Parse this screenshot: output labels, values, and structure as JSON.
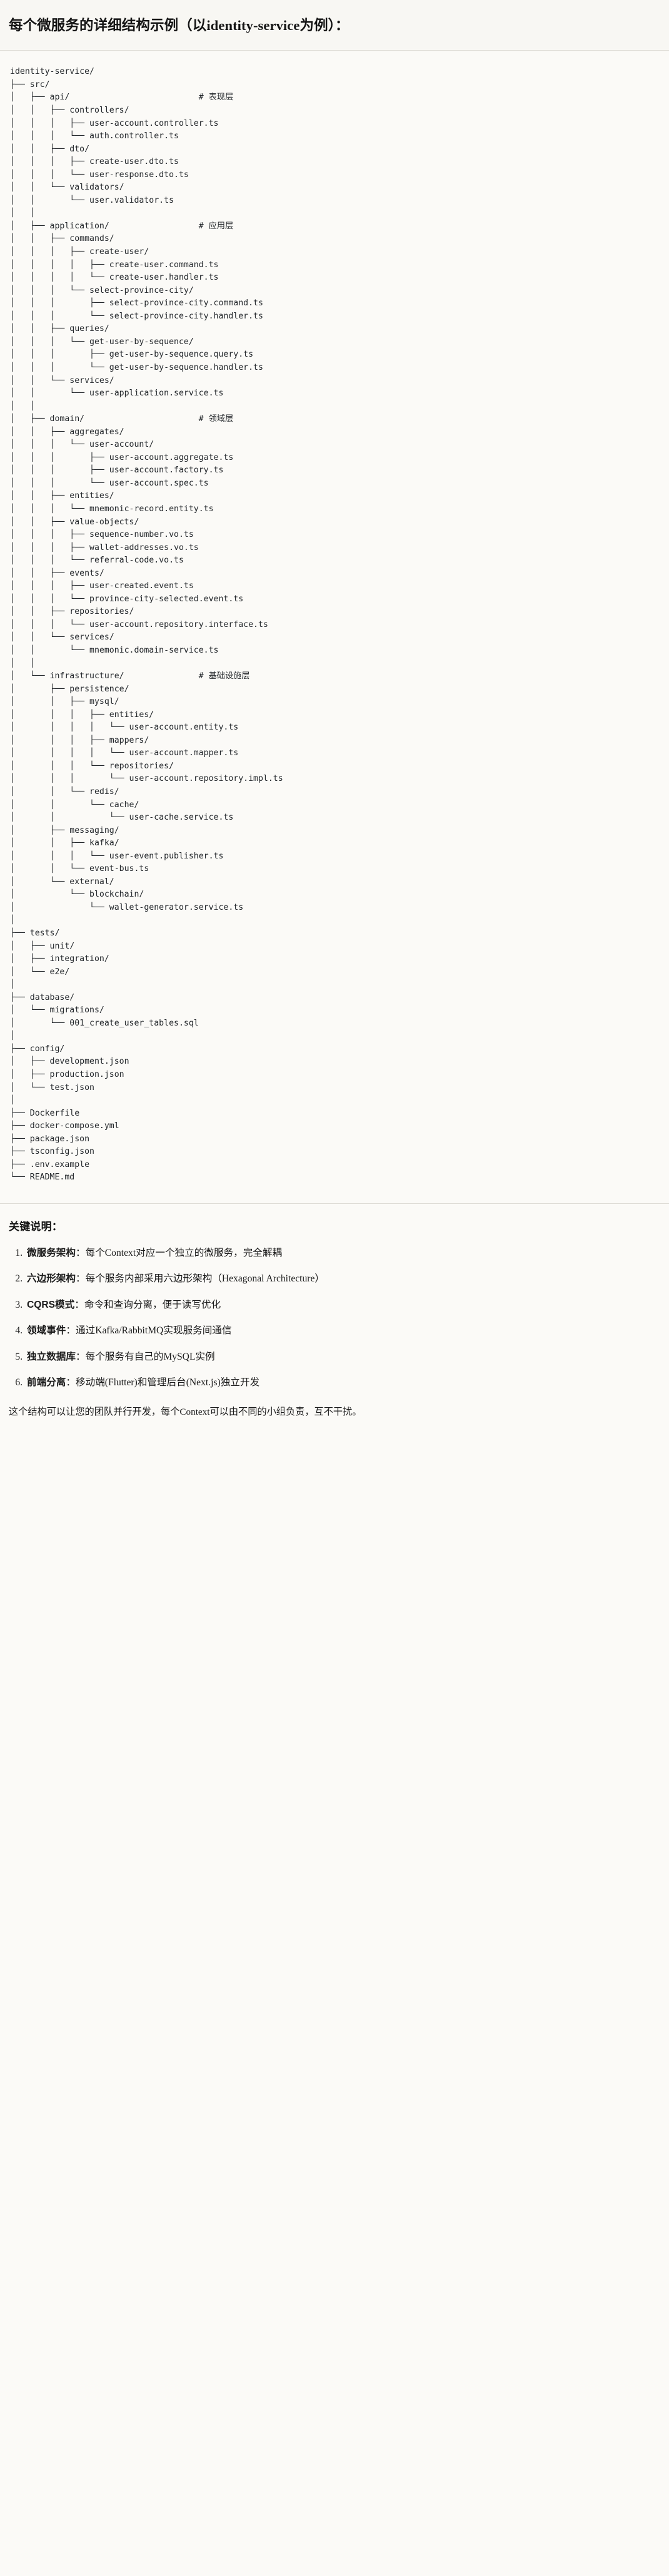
{
  "header": {
    "title_prefix": "每个微服务的详细结构示例（以",
    "title_mono": "identity-service",
    "title_suffix": "为例）：",
    "title_full": "每个微服务的详细结构示例（以identity-service为例）："
  },
  "tree": {
    "root": "identity-service/",
    "language": "text",
    "lines": [
      "identity-service/",
      "├── src/",
      "│   ├── api/                          # 表现层",
      "│   │   ├── controllers/",
      "│   │   │   ├── user-account.controller.ts",
      "│   │   │   └── auth.controller.ts",
      "│   │   ├── dto/",
      "│   │   │   ├── create-user.dto.ts",
      "│   │   │   └── user-response.dto.ts",
      "│   │   └── validators/",
      "│   │       └── user.validator.ts",
      "│   │",
      "│   ├── application/                  # 应用层",
      "│   │   ├── commands/",
      "│   │   │   ├── create-user/",
      "│   │   │   │   ├── create-user.command.ts",
      "│   │   │   │   └── create-user.handler.ts",
      "│   │   │   └── select-province-city/",
      "│   │   │       ├── select-province-city.command.ts",
      "│   │   │       └── select-province-city.handler.ts",
      "│   │   ├── queries/",
      "│   │   │   └── get-user-by-sequence/",
      "│   │   │       ├── get-user-by-sequence.query.ts",
      "│   │   │       └── get-user-by-sequence.handler.ts",
      "│   │   └── services/",
      "│   │       └── user-application.service.ts",
      "│   │",
      "│   ├── domain/                       # 领域层",
      "│   │   ├── aggregates/",
      "│   │   │   └── user-account/",
      "│   │   │       ├── user-account.aggregate.ts",
      "│   │   │       ├── user-account.factory.ts",
      "│   │   │       └── user-account.spec.ts",
      "│   │   ├── entities/",
      "│   │   │   └── mnemonic-record.entity.ts",
      "│   │   ├── value-objects/",
      "│   │   │   ├── sequence-number.vo.ts",
      "│   │   │   ├── wallet-addresses.vo.ts",
      "│   │   │   └── referral-code.vo.ts",
      "│   │   ├── events/",
      "│   │   │   ├── user-created.event.ts",
      "│   │   │   └── province-city-selected.event.ts",
      "│   │   ├── repositories/",
      "│   │   │   └── user-account.repository.interface.ts",
      "│   │   └── services/",
      "│   │       └── mnemonic.domain-service.ts",
      "│   │",
      "│   └── infrastructure/               # 基础设施层",
      "│       ├── persistence/",
      "│       │   ├── mysql/",
      "│       │   │   ├── entities/",
      "│       │   │   │   └── user-account.entity.ts",
      "│       │   │   ├── mappers/",
      "│       │   │   │   └── user-account.mapper.ts",
      "│       │   │   └── repositories/",
      "│       │   │       └── user-account.repository.impl.ts",
      "│       │   └── redis/",
      "│       │       └── cache/",
      "│       │           └── user-cache.service.ts",
      "│       ├── messaging/",
      "│       │   ├── kafka/",
      "│       │   │   └── user-event.publisher.ts",
      "│       │   └── event-bus.ts",
      "│       └── external/",
      "│           └── blockchain/",
      "│               └── wallet-generator.service.ts",
      "│",
      "├── tests/",
      "│   ├── unit/",
      "│   ├── integration/",
      "│   └── e2e/",
      "│",
      "├── database/",
      "│   └── migrations/",
      "│       └── 001_create_user_tables.sql",
      "│",
      "├── config/",
      "│   ├── development.json",
      "│   ├── production.json",
      "│   └── test.json",
      "│",
      "├── Dockerfile",
      "├── docker-compose.yml",
      "├── package.json",
      "├── tsconfig.json",
      "├── .env.example",
      "└── README.md"
    ],
    "layer_comments": [
      {
        "path": "api/",
        "comment": "# 表现层"
      },
      {
        "path": "application/",
        "comment": "# 应用层"
      },
      {
        "path": "domain/",
        "comment": "# 领域层"
      },
      {
        "path": "infrastructure/",
        "comment": "# 基础设施层"
      }
    ]
  },
  "notes": {
    "title": "关键说明：",
    "items": [
      {
        "term": "微服务架构",
        "sep": "：",
        "desc": "每个Context对应一个独立的微服务，完全解耦"
      },
      {
        "term": "六边形架构",
        "sep": "：",
        "desc": "每个服务内部采用六边形架构（Hexagonal Architecture）"
      },
      {
        "term": "CQRS模式",
        "sep": "：",
        "desc": "命令和查询分离，便于读写优化"
      },
      {
        "term": "领域事件",
        "sep": "：",
        "desc": "通过Kafka/RabbitMQ实现服务间通信"
      },
      {
        "term": "独立数据库",
        "sep": "：",
        "desc": "每个服务有自己的MySQL实例"
      },
      {
        "term": "前端分离",
        "sep": "：",
        "desc": "移动端(Flutter)和管理后台(Next.js)独立开发"
      }
    ],
    "closing": "这个结构可以让您的团队并行开发，每个Context可以由不同的小组负责，互不干扰。"
  },
  "colors": {
    "page_bg": "#fbfaf7",
    "header_bg": "#f8f7f3",
    "border": "#dedcd6",
    "text": "#1b1b1b",
    "code_text": "#23272b"
  }
}
